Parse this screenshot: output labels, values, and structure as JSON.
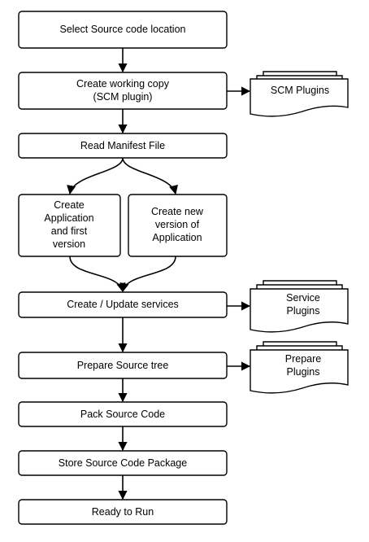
{
  "steps": {
    "select_source": "Select Source code location",
    "working_copy_line1": "Create working copy",
    "working_copy_line2": "(SCM plugin)",
    "read_manifest": "Read Manifest File",
    "create_app_line1": "Create",
    "create_app_line2": "Application",
    "create_app_line3": "and first",
    "create_app_line4": "version",
    "create_version_line1": "Create new",
    "create_version_line2": "version of",
    "create_version_line3": "Application",
    "create_update_services": "Create / Update services",
    "prepare_source_tree": "Prepare Source tree",
    "pack_source_code": "Pack Source Code",
    "store_package": "Store Source Code Package",
    "ready_to_run": "Ready to Run"
  },
  "plugins": {
    "scm": "SCM Plugins",
    "service_line1": "Service",
    "service_line2": "Plugins",
    "prepare_line1": "Prepare",
    "prepare_line2": "Plugins"
  },
  "colors": {
    "stroke": "#000000",
    "fill": "#ffffff"
  }
}
